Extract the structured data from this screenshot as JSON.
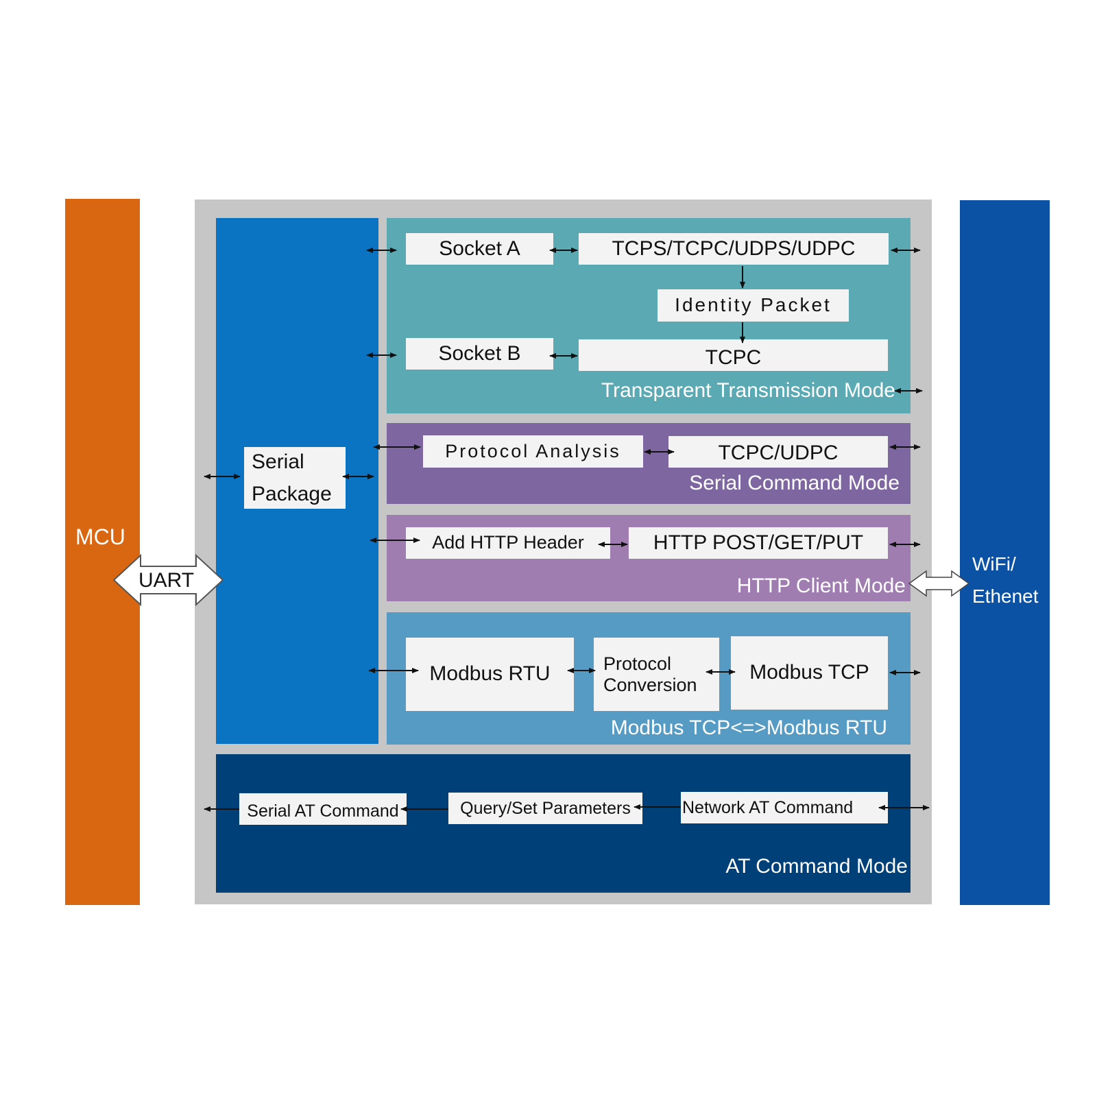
{
  "colors": {
    "mcu": "#d96610",
    "gray_frame": "#c6c6c6",
    "serial_column": "#0a74c2",
    "transparent_mode": "#5aa9b3",
    "serial_command_mode": "#7e67a0",
    "http_client_mode": "#a07db0",
    "modbus_mode": "#559bc4",
    "at_command_mode": "#004079",
    "wifi_ethernet": "#0b52a4",
    "box": "#f3f3f3"
  },
  "mcu": {
    "label": "MCU"
  },
  "uart": {
    "label": "UART"
  },
  "wifi": {
    "line1": "WiFi/",
    "line2": "Ethenet"
  },
  "serial_package": {
    "line1": "Serial",
    "line2": "Package"
  },
  "transparent": {
    "socket_a": "Socket A",
    "socket_a_protocols": "TCPS/TCPC/UDPS/UDPC",
    "identity_packet": "Identity Packet",
    "socket_b": "Socket B",
    "socket_b_protocol": "TCPC",
    "mode_label": "Transparent Transmission Mode"
  },
  "serial_command": {
    "protocol_analysis": "Protocol Analysis",
    "protocol": "TCPC/UDPC",
    "mode_label": "Serial Command Mode"
  },
  "http_client": {
    "add_header": "Add HTTP Header",
    "methods": "HTTP POST/GET/PUT",
    "mode_label": "HTTP Client Mode"
  },
  "modbus": {
    "rtu": "Modbus RTU",
    "conversion_line1": "Protocol",
    "conversion_line2": "Conversion",
    "tcp": "Modbus TCP",
    "mode_label": "Modbus TCP<=>Modbus RTU"
  },
  "at_command": {
    "serial_at": "Serial AT Command",
    "query_set": "Query/Set Parameters",
    "network_at": "Network AT Command",
    "mode_label": "AT Command Mode"
  }
}
